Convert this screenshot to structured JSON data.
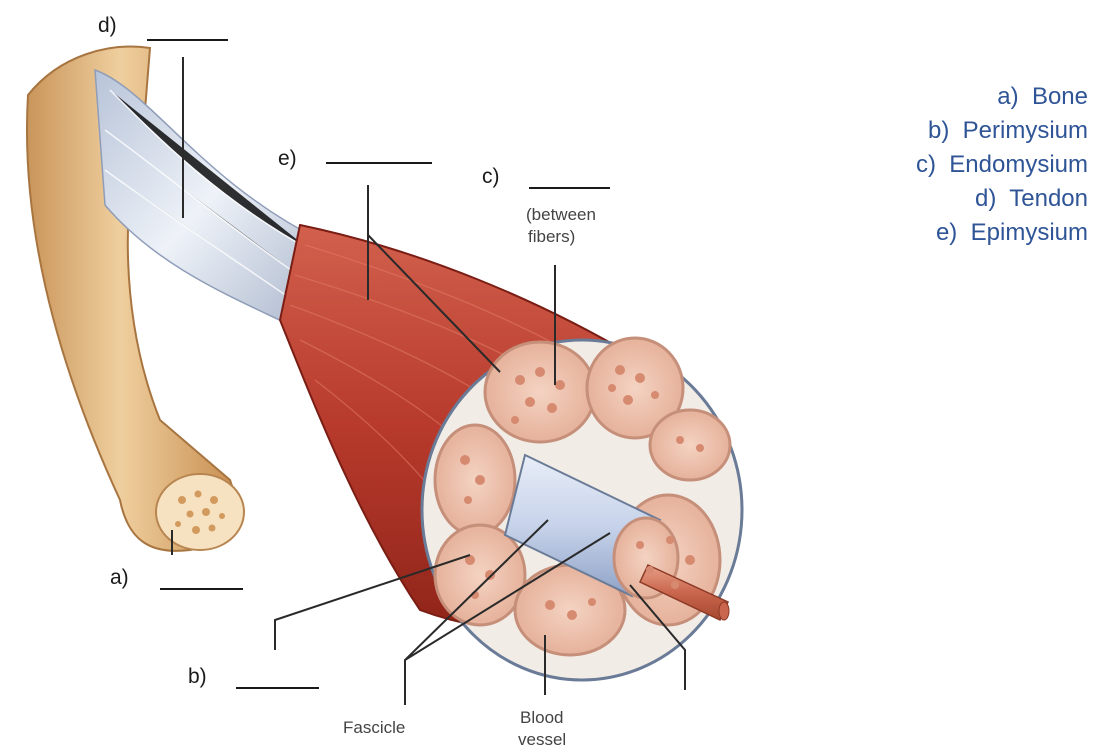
{
  "blank_labels": {
    "a": "a)",
    "b": "b)",
    "c": "c)",
    "d": "d)",
    "e": "e)"
  },
  "annotations": {
    "endomysium_note_line1": "(between",
    "endomysium_note_line2": "fibers)",
    "fascicle": "Fascicle",
    "blood_vessel_line1": "Blood",
    "blood_vessel_line2": "vessel"
  },
  "answer_key": [
    {
      "letter": "a)",
      "term": "Bone"
    },
    {
      "letter": "b)",
      "term": "Perimysium"
    },
    {
      "letter": "c)",
      "term": "Endomysium"
    },
    {
      "letter": "d)",
      "term": "Tendon"
    },
    {
      "letter": "e)",
      "term": "Epimysium"
    }
  ],
  "colors": {
    "bone": "#e8bf8a",
    "tendon": "#cfd8e6",
    "muscle": "#b8392c",
    "fascicle_fill": "#f1c6b4",
    "answer_key_text": "#2f5597"
  }
}
